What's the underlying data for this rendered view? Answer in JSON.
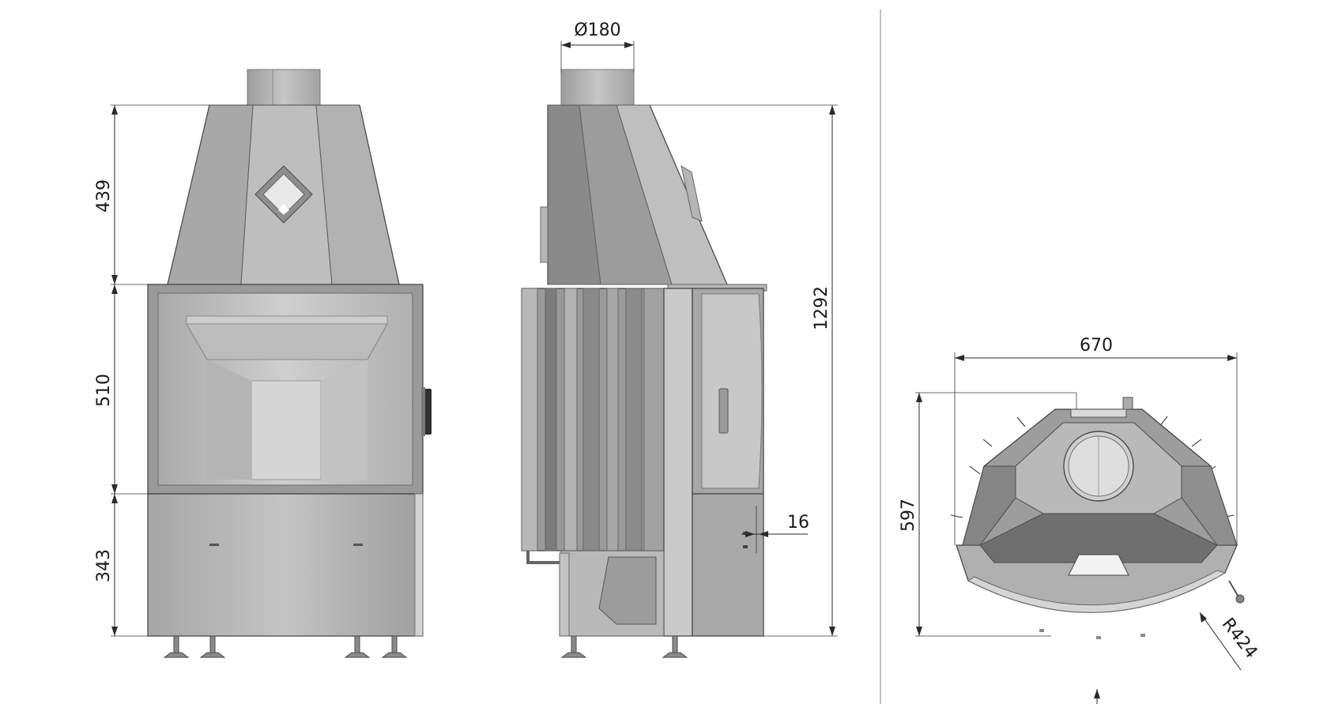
{
  "dimensions": {
    "flue_diameter": "Ø180",
    "hood_height": "439",
    "glass_height": "510",
    "base_height": "343",
    "total_height": "1292",
    "door_offset": "16",
    "plan_width": "670",
    "plan_depth": "597",
    "plan_radius": "R424"
  },
  "colors": {
    "body_light": "#bdbdbd",
    "body_mid": "#a4a4a4",
    "body_dark": "#7e7e7e",
    "line": "#2a2a2a"
  }
}
